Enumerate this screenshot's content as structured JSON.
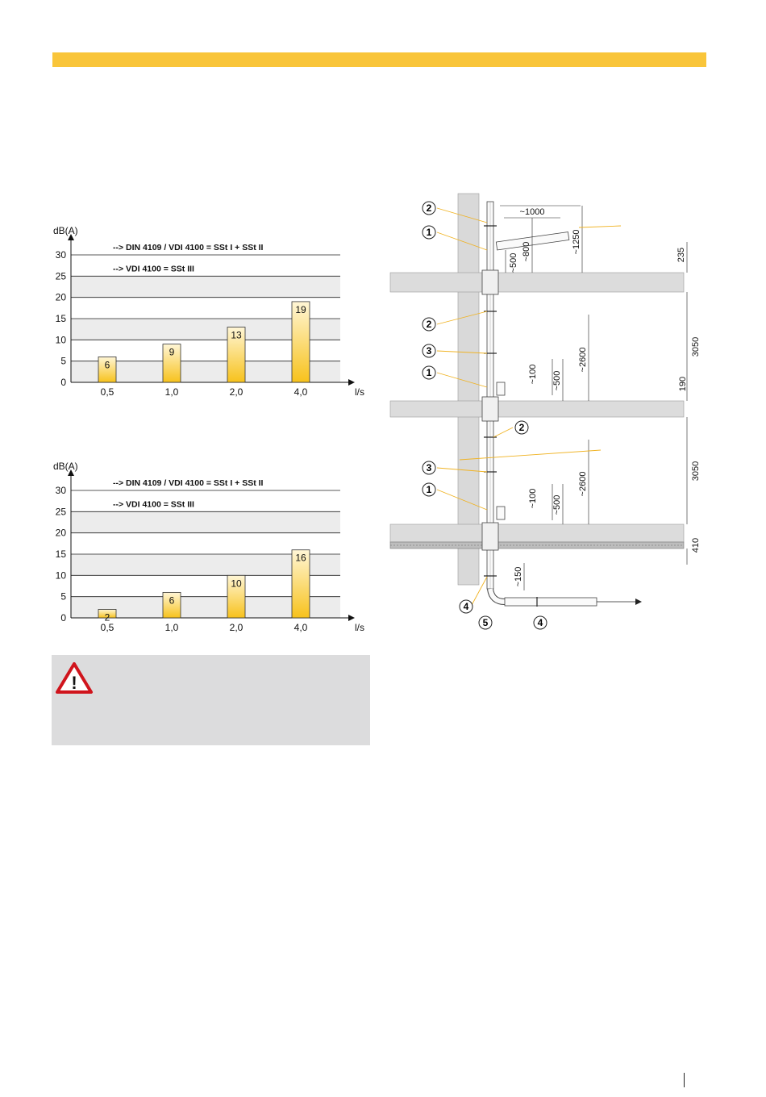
{
  "colors": {
    "accent": "#f9c53a",
    "bar_top": "#fff6d6",
    "bar_bottom": "#f7c21c",
    "band": "#ececec",
    "warning_red": "#d0141c",
    "callout_line": "#f0b323"
  },
  "chart_data": [
    {
      "type": "bar",
      "ylabel": "dB(A)",
      "xlabel": "l/s",
      "categories": [
        "0,5",
        "1,0",
        "2,0",
        "4,0"
      ],
      "values": [
        6,
        9,
        13,
        19
      ],
      "ylim": [
        0,
        30
      ],
      "yticks": [
        0,
        5,
        10,
        15,
        20,
        25,
        30
      ],
      "reference_lines": [
        {
          "value": 30,
          "label": "--> DIN 4109 / VDI 4100 = SSt I + SSt II"
        },
        {
          "value": 25,
          "label": "--> VDI 4100 = SSt III"
        }
      ],
      "grid": true
    },
    {
      "type": "bar",
      "ylabel": "dB(A)",
      "xlabel": "l/s",
      "categories": [
        "0,5",
        "1,0",
        "2,0",
        "4,0"
      ],
      "values": [
        2,
        6,
        10,
        16
      ],
      "ylim": [
        0,
        30
      ],
      "yticks": [
        0,
        5,
        10,
        15,
        20,
        25,
        30
      ],
      "reference_lines": [
        {
          "value": 30,
          "label": "--> DIN 4109 / VDI 4100 = SSt I + SSt II"
        },
        {
          "value": 25,
          "label": "--> VDI 4100 = SSt III"
        }
      ],
      "grid": true
    }
  ],
  "warning": {
    "icon": "warning-triangle-icon",
    "symbol": "!"
  },
  "diagram": {
    "callouts": [
      "2",
      "1",
      "2",
      "3",
      "1",
      "2",
      "3",
      "1",
      "4",
      "5",
      "4"
    ],
    "dimensions": {
      "d1000": "~1000",
      "d1250": "~1250",
      "d800": "~800",
      "d500a": "~500",
      "d235": "235",
      "d2600a": "~2600",
      "d3050a": "3050",
      "d100a": "~100",
      "d500b": "~500",
      "d190": "190",
      "d2600b": "~2600",
      "d3050b": "3050",
      "d100b": "~100",
      "d500c": "~500",
      "d410": "410",
      "d150": "~150"
    }
  }
}
